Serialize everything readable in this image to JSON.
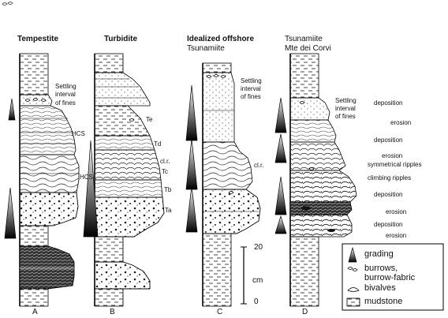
{
  "columns": [
    {
      "title": "Tempestite",
      "subtitle": "",
      "letter": "A"
    },
    {
      "title": "Turbidite",
      "subtitle": "",
      "letter": "B"
    },
    {
      "title": "Idealized offshore",
      "subtitle": "Tsunamiite",
      "letter": "C"
    },
    {
      "title": "Tsunamiite",
      "subtitle": "Mte dei Corvi",
      "letter": "D"
    }
  ],
  "annotations": {
    "settling_lines": [
      "Settling",
      "interval",
      "of fines"
    ],
    "hcs": "HCS",
    "te": "Te",
    "td": "Td",
    "clr": "cl.r.",
    "tc": "Tc",
    "tb": "Tb",
    "ta": "Ta"
  },
  "d_labels": {
    "deposition": "deposition",
    "erosion": "erosion",
    "symmetrical": "symmetrical ripples",
    "climbing": "climbing ripples"
  },
  "scale": {
    "top": "20",
    "unit": "cm",
    "bottom": "0"
  },
  "legend": {
    "grading": "grading",
    "burrows_lines": [
      "burrows,",
      "burrow-fabric"
    ],
    "bivalves": "bivalves",
    "mudstone": "mudstone"
  }
}
